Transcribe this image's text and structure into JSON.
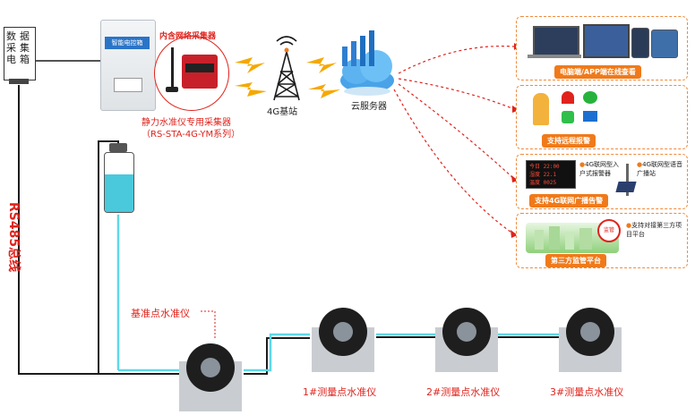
{
  "vertical_label": [
    "数",
    "据",
    "采",
    "集",
    "电",
    "箱"
  ],
  "cabinet": {
    "title": "智能电控箱"
  },
  "collector": {
    "top_label": "内含网络采集器",
    "name_line1": "静力水准仪专用采集器",
    "name_line2": "（RS-STA-4G-YM系列）"
  },
  "tower_label": "4G基站",
  "cloud_label": "云服务器",
  "bus_label": "RS485总线",
  "reference_label": "基准点水准仪",
  "measure_labels": [
    "1#测量点水准仪",
    "2#测量点水准仪",
    "3#测量点水准仪"
  ],
  "cards": [
    {
      "badge": "电脑端/APP端在线查看"
    },
    {
      "badge": "支持远程报警"
    },
    {
      "badge": "支持4G联网广播告警",
      "text1": "4G联网型入户式报警器",
      "text2": "4G联网型语音广播站",
      "led_rows": [
        "今日 22:00",
        "湿度 22.1",
        "温度 0025"
      ]
    },
    {
      "badge": "第三方监管平台",
      "text1": "支持对接第三方项目平台",
      "stamp": "监管"
    }
  ],
  "colors": {
    "accent": "#f07a1a",
    "red": "#e0231c",
    "water": "#5ed8e8",
    "cable": "#1c1c1c"
  }
}
